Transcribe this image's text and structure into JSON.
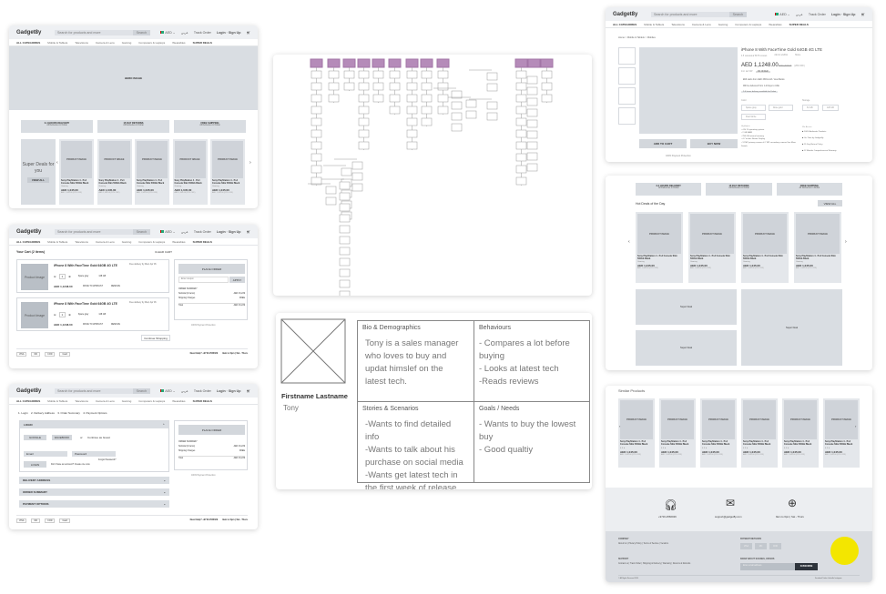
{
  "header": {
    "logo": "Gadget8y",
    "search_placeholder": "Search for products and more",
    "search_button": "Search",
    "currency": "AED",
    "language": "عربي",
    "track_order": "Track Order",
    "login": "Login · Sign Up"
  },
  "nav": [
    "ALL CATEGORIES",
    "Mobile & Tablets",
    "Televisions",
    "Camera & Lens",
    "Gaming",
    "Computers & Laptops",
    "Wearables",
    "SUPER DEALS"
  ],
  "features": [
    {
      "title": "2-4 HOURS DELIVERY",
      "sub": "All Deliveries in Dubai"
    },
    {
      "title": "15 DAY RETURNS",
      "sub": "All Deliveries in Dubai"
    },
    {
      "title": "FREE SHIPPING",
      "sub": "All Deliveries in Dubai"
    }
  ],
  "product": {
    "image": "PRODUCT IMAGE",
    "name": "Sony PlayStation 4 - Ps4 Console Slim 500Gb Black",
    "category": "Gaming",
    "rating": "4.5 ★",
    "price": "AED 1,045.00",
    "was": "AED 1,345.00 (22% OFF)"
  },
  "home": {
    "hero": "HERO IMAGE",
    "super_deals": "Super Deals for you",
    "view_all": "VIEW ALL"
  },
  "cart": {
    "title": "Your Cart (2 items)",
    "clear": "CLEAR CART",
    "image": "Product Image",
    "item_name": "iPhone 8 With FaceTime Gold 64GB 4G LTE",
    "delivery": "Free delivery by Wed, Apr 06",
    "qty": "1",
    "color": "Space gray",
    "storage": "128 GB",
    "price": "AED 1,1248.00",
    "move": "MOVE TO WISHLIST",
    "remove": "REMOVE",
    "continue": "Continue Shopping"
  },
  "summary": {
    "place_order": "PLACE ORDER",
    "coupon_placeholder": "Enter coupon",
    "apply": "APPLY",
    "title": "ORDER SUMMARY",
    "subtotal_label": "Subtotal (2 items)",
    "subtotal": "AED 16,229",
    "shipping_label": "Shipping Charges",
    "shipping": "FREE",
    "total_label": "Total",
    "total": "AED 16,229",
    "protection": "100% Payment Protection"
  },
  "footer_bar": {
    "payments": [
      "VISA",
      "MC",
      "COD",
      "Cash"
    ],
    "help": "Need Help? +9716-2560029",
    "hours": "9am to 6pm | Sat - Thurs"
  },
  "checkout": {
    "steps": "1. Login    2. Delivery Address    3. Order Summary    4. Payment Options",
    "login": "LOGIN",
    "google": "GOOGLE",
    "facebook": "FACEBOOK",
    "or": "or",
    "guest": "Continue as Guest",
    "email": "Email",
    "password": "Password",
    "forgot": "Forgot Password?",
    "login_btn": "LOGIN",
    "signup": "Don't have an account? Create one now",
    "delivery": "DELIVERY ADDRESS",
    "order_summary": "ORDER SUMMARY",
    "payment": "PAYMENT OPTIONS"
  },
  "pdp": {
    "breadcrumb": "Home > Mobile & Tablets > Mobiles",
    "title": "iPhone 8 With FaceTime Gold 64GB 4G LTE",
    "rating": "4.5 ★★★★★  5476 reviews",
    "wishlist": "Add to wishlist",
    "share": "Share",
    "price": "AED 1,1248.00",
    "was": "AED 1,549.00",
    "off": "(26% OFF)",
    "tax": "Incl. tax VAT",
    "badge": "ON OFFER",
    "emi": "EMI starts from AED 450/month. View Banks",
    "delivery": "Will be delivered from 1-2 Days to UAE",
    "express": "2-4 hours delivery available for Dubai",
    "color_label": "Color",
    "colors": [
      "Space gray",
      "Rose gold",
      "Pearl white"
    ],
    "storage_label": "Storage",
    "storages": [
      "64 GB",
      "128 GB"
    ],
    "highlights_label": "Highlights",
    "highlights": [
      "• iOS 11 operating system",
      "• 2 GB RAM",
      "• 256 GB internal memory",
      "• 4.7 inches Retina Display",
      "• 12 MP primary camera & 7 MP secondary camera  See More Details"
    ],
    "assure_label": "We Assure",
    "assure": [
      "100% Authentic Products",
      "On-Time by Gadget8y",
      "15 Day Return Policy",
      "12 Months Comprehensive Warranty"
    ],
    "add_to_cart": "ADD TO CART",
    "buy_now": "BUY NOW",
    "protection": "100% Payment Protection"
  },
  "deals": {
    "title": "Hot Deals of the Day",
    "view_all": "VIEW ALL",
    "super_deal": "Super Deal"
  },
  "similar": {
    "title": "Similar Products"
  },
  "contact": {
    "phone": "+9716-2560029",
    "email": "support@gadget8y.com",
    "hours": "9am to 6pm | Sat - Thurs"
  },
  "site_footer": {
    "company": "COMPANY",
    "company_links": "About Us | Privacy Policy | Terms of Service | Vendors",
    "support": "SUPPORT",
    "support_links": "Contact us | Track Order | Shipping & Delivery | Warranty | Returns & Refunds",
    "payment_methods": "PAYMENT METHODS",
    "methods": [
      "VISA",
      "MC",
      "COD"
    ],
    "newsletter": "KNOW ABOUT SAVINGS, OFFERS",
    "email_placeholder": "Enter email address",
    "subscribe": "SUBSCRIBE",
    "copyright": "© All Rights Reserved 2020",
    "social": "Facebook  Twitter  LinkedIn  Instagram"
  },
  "persona": {
    "name": "Firstname Lastname",
    "nickname": "Tony",
    "bio_label": "Bio & Demographics",
    "bio": "Tony is a sales manager who loves to buy and updat himslef on the latest tech.",
    "behaviours_label": "Behaviours",
    "behaviours": [
      "- Compares a lot before buying",
      "- Looks at latest tech",
      "-Reads reviews"
    ],
    "stories_label": "Stories & Scenarios",
    "stories": [
      "-Wants to find detailed info",
      "-Wants to talk about his purchase on social media",
      "-Wants get latest tech in the first week of release."
    ],
    "goals_label": "Goals / Needs",
    "goals": [
      "- Wants to buy the lowest buy",
      "- Good qualtiy"
    ]
  },
  "colors": {
    "flow_header": "#b58bb9",
    "wire_gray": "#d9dde2",
    "badge_yellow": "#f3e600",
    "subscribe": "#2d333b"
  }
}
